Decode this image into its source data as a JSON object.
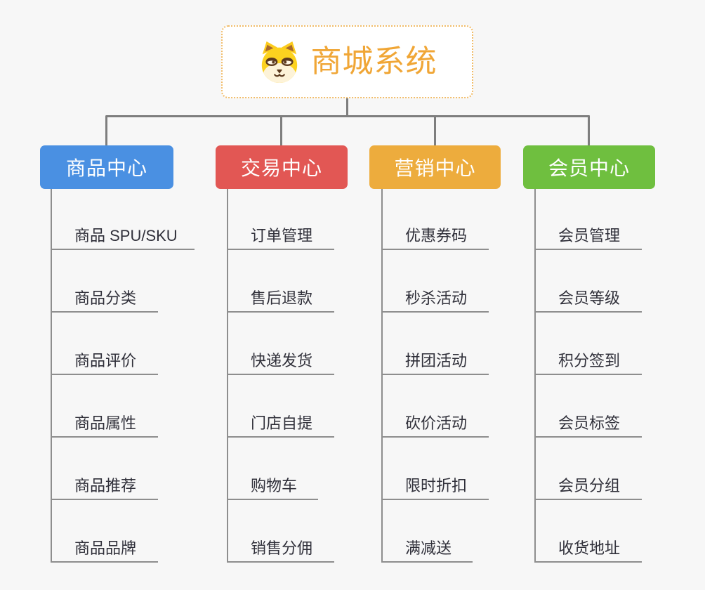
{
  "root": {
    "title": "商城系统",
    "icon": "dog-face-icon"
  },
  "branches": [
    {
      "label": "商品中心",
      "color": "#4a90e2",
      "items": [
        "商品 SPU/SKU",
        "商品分类",
        "商品评价",
        "商品属性",
        "商品推荐",
        "商品品牌"
      ]
    },
    {
      "label": "交易中心",
      "color": "#e25754",
      "items": [
        "订单管理",
        "售后退款",
        "快递发货",
        "门店自提",
        "购物车",
        "销售分佣"
      ]
    },
    {
      "label": "营销中心",
      "color": "#edac3d",
      "items": [
        "优惠券码",
        "秒杀活动",
        "拼团活动",
        "砍价活动",
        "限时折扣",
        "满减送"
      ]
    },
    {
      "label": "会员中心",
      "color": "#6fbf3f",
      "items": [
        "会员管理",
        "会员等级",
        "积分签到",
        "会员标签",
        "会员分组",
        "收货地址"
      ]
    }
  ],
  "colors": {
    "root_text": "#f0a636",
    "root_border": "#f1bc68",
    "connector": "#7e7e7e",
    "branch_line": "#8e8e8e",
    "item_text": "#30303a",
    "background": "#f7f7f7"
  }
}
